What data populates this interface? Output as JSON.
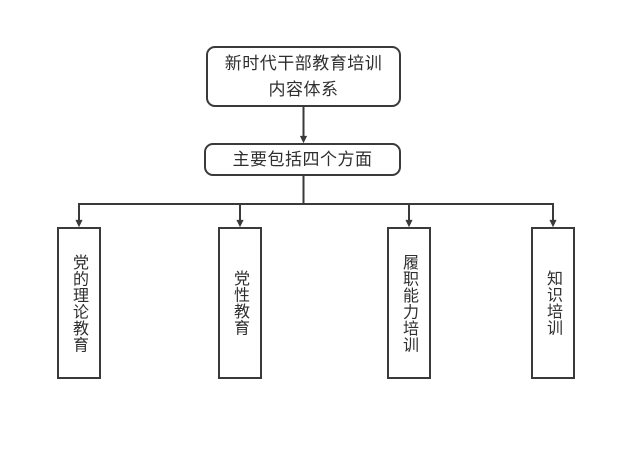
{
  "diagram": {
    "type": "org-flowchart",
    "orientation": "top-down",
    "title_node": {
      "id": "root",
      "label": "新时代干部教育培训内容体系",
      "shape": "rounded-rectangle"
    },
    "subtitle_node": {
      "id": "subtitle",
      "label": "主要包括四个方面",
      "shape": "rounded-rectangle"
    },
    "leaves": [
      {
        "id": "leaf-1",
        "label": "党的理论教育",
        "shape": "rectangle",
        "text_direction": "vertical"
      },
      {
        "id": "leaf-2",
        "label": "党性教育",
        "shape": "rectangle",
        "text_direction": "vertical"
      },
      {
        "id": "leaf-3",
        "label": "履职能力培训",
        "shape": "rectangle",
        "text_direction": "vertical"
      },
      {
        "id": "leaf-4",
        "label": "知识培训",
        "shape": "rectangle",
        "text_direction": "vertical"
      }
    ],
    "colors": {
      "stroke": "#3a3a3a",
      "fill": "#ffffff",
      "text": "#2f2f2f",
      "background": "#ffffff"
    },
    "connectors": {
      "root_to_subtitle": "arrow-down",
      "subtitle_to_leaves": "bus-split-four-arrows"
    }
  }
}
